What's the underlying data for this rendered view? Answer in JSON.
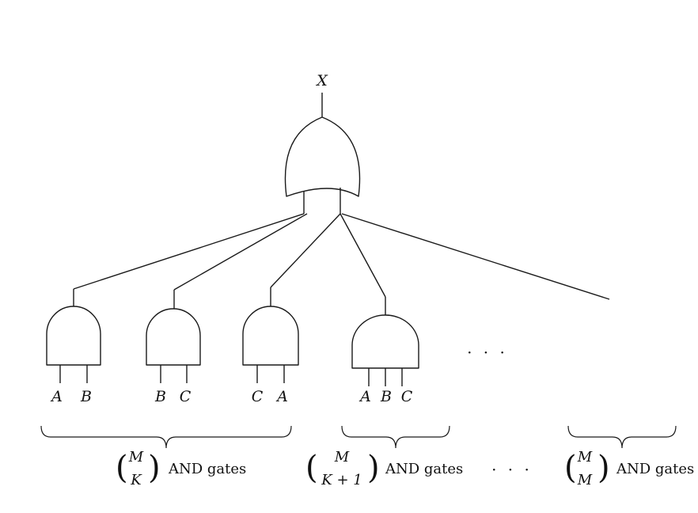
{
  "output_label": "X",
  "top_gate": "OR",
  "and_gates": [
    {
      "inputs": [
        "A",
        "B"
      ]
    },
    {
      "inputs": [
        "B",
        "C"
      ]
    },
    {
      "inputs": [
        "C",
        "A"
      ]
    },
    {
      "inputs": [
        "A",
        "B",
        "C"
      ]
    }
  ],
  "ellipsis": "· · ·",
  "groups": [
    {
      "binom_top": "M",
      "binom_bottom": "K",
      "label": "AND gates"
    },
    {
      "binom_top": "M",
      "binom_bottom": "K + 1",
      "label": "AND gates"
    },
    {
      "binom_top": "M",
      "binom_bottom": "M",
      "label": "AND gates"
    }
  ]
}
